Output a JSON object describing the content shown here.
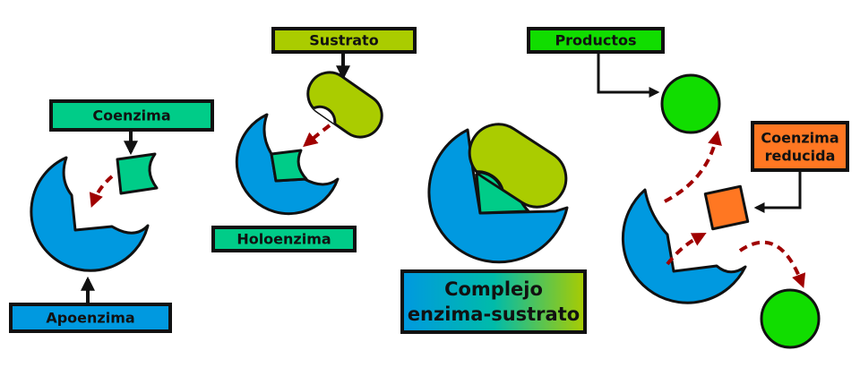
{
  "labels": {
    "coenzima": "Coenzima",
    "apoenzima": "Apoenzima",
    "sustrato": "Sustrato",
    "holoenzima": "Holoenzima",
    "complejo_line1": "Complejo",
    "complejo_line2": "enzima-sustrato",
    "productos": "Productos",
    "coenzima_reducida_line1": "Coenzima",
    "coenzima_reducida_line2": "reducida"
  },
  "colors": {
    "enzyme": "#0099e0",
    "coenzyme": "#00cc88",
    "substrate": "#aacc00",
    "product": "#11dd00",
    "reduced_coenzyme": "#ff7722",
    "transition_arrow": "#a00000"
  }
}
